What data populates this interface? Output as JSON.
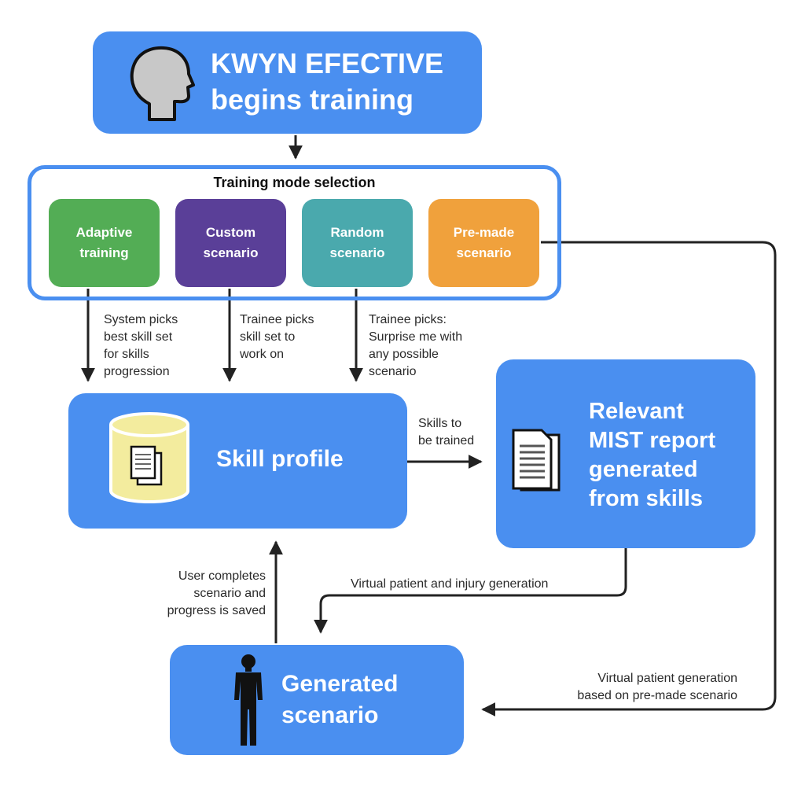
{
  "header": {
    "line1": "KWYN EFECTIVE",
    "line2": "begins training"
  },
  "selection": {
    "title": "Training mode selection",
    "modes": [
      {
        "line1": "Adaptive",
        "line2": "training",
        "color": "#53ad55"
      },
      {
        "line1": "Custom",
        "line2": "scenario",
        "color": "#5a3f98"
      },
      {
        "line1": "Random",
        "line2": "scenario",
        "color": "#4aa9ad"
      },
      {
        "line1": "Pre-made",
        "line2": "scenario",
        "color": "#f0a13c"
      }
    ]
  },
  "edge_labels": {
    "adaptive": [
      "System picks",
      "best skill set",
      "for skills",
      "progression"
    ],
    "custom": [
      "Trainee picks",
      "skill set to",
      "work on"
    ],
    "random": [
      "Trainee picks:",
      "Surprise me with",
      "any possible",
      "scenario"
    ],
    "skills": [
      "Skills to",
      "be trained"
    ],
    "virtual_injury": [
      "Virtual patient and injury generation"
    ],
    "user_completes": [
      "User completes",
      "scenario and",
      "progress is saved"
    ],
    "premade_gen": [
      "Virtual patient generation",
      "based on pre-made scenario"
    ]
  },
  "skill_profile": {
    "label": "Skill profile"
  },
  "report": {
    "lines": [
      "Relevant",
      "MIST report",
      "generated",
      "from skills"
    ]
  },
  "scenario": {
    "line1": "Generated",
    "line2": "scenario"
  },
  "colors": {
    "box_blue": "#4a8ff0",
    "border_blue": "#4a8ff0",
    "arrow": "#222222",
    "db_fill": "#f3ec9e"
  },
  "icons": [
    "head-profile-icon",
    "database-icon",
    "document-icon",
    "human-figure-icon"
  ]
}
